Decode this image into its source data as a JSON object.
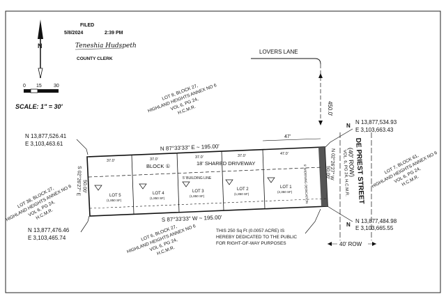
{
  "filing": {
    "filed_label": "FILED",
    "date": "5/8/2024",
    "time": "2:39 PM",
    "signature": "Teneshia Hudspeth",
    "clerk_label": "COUNTY CLERK"
  },
  "north": {
    "letter": "N"
  },
  "scale_bar": {
    "ticks": [
      "0",
      "15",
      "30"
    ],
    "scale_text": "SCALE:  1\" = 30'"
  },
  "streets": {
    "lovers_lane": "LOVERS LANE",
    "de_priest": "DE PRIEST STREET",
    "de_priest_row": "(40' ROW)",
    "row_40": "40' ROW",
    "dist_450": "450.0'"
  },
  "adjacent": {
    "lot8": [
      "LOT 8, BLOCK 27,",
      "HIGHLAND HEIGHTS ANNEX NO 6",
      "VOL 6, PG 24,",
      "H.C.M.R."
    ],
    "lot38": [
      "LOT 38, BLOCK 27,",
      "HIGHLAND HEIGHTS ANNEX NO 6",
      "VOL 6, PG 24,",
      "H.C.M.R."
    ],
    "lot6": [
      "LOT 6, BLOCK 27,",
      "HIGHLAND HEIGHTS ANNEX NO 6",
      "VOL 6, PG 24,",
      "H.C.M.R."
    ],
    "lot7": [
      "LOT 7, BLOCK 61,",
      "HIGHLAND HEIGHTS ANNEX NO 6",
      "VOL 6, PG 24,",
      "H.C.M.R."
    ],
    "deed_ref": [
      "VOL. 6, PG 24, H.C.M.R."
    ]
  },
  "coordinates": {
    "nw": [
      "N 13,877,526.41",
      "E 3,103,463.61"
    ],
    "ne": [
      "N 13,877,534.93",
      "E 3,103,663.43"
    ],
    "sw": [
      "N 13,877,476.46",
      "E 3,103,465.74"
    ],
    "se": [
      "N 13,877,484.98",
      "E 3,103,665.55"
    ]
  },
  "bearings": {
    "north": "N 87°33'33\" E ~ 195.00'",
    "south": "S 87°33'33\" W ~ 195.00'",
    "west": "S 02°26'27\" E",
    "west_dist": "50.00'",
    "east": "N 02°26'27\" W",
    "east_dist": "50.00'"
  },
  "plat": {
    "block": "BLOCK ①",
    "driveway": "18' SHARED DRIVEWAY",
    "building_line": "5' BUILDING LINE",
    "dim_47": "47'",
    "dim_47_0": "47.0'",
    "frontage_dims": [
      "37.0'",
      "37.0'",
      "37.0'",
      "37.0'"
    ],
    "lots": [
      {
        "name": "LOT 5",
        "area": "(1,850 SF)"
      },
      {
        "name": "LOT 4",
        "area": "(1,850 SF)"
      },
      {
        "name": "LOT 3",
        "area": "(1,850 SF)"
      },
      {
        "name": "LOT 2",
        "area": "(1,850 SF)"
      },
      {
        "name": "LOT 1",
        "area": "(2,350 SF)"
      }
    ],
    "dedication": [
      "THIS 250 Sq Ft (0.0057 ACRE) IS",
      "HEREBY DEDICATED TO THE PUBLIC",
      "FOR RIGHT-OF-WAY PURPOSES"
    ],
    "dedication_strip": "5' WIDENING DEDICATION"
  },
  "annotations": {
    "corner_mark": "N"
  }
}
